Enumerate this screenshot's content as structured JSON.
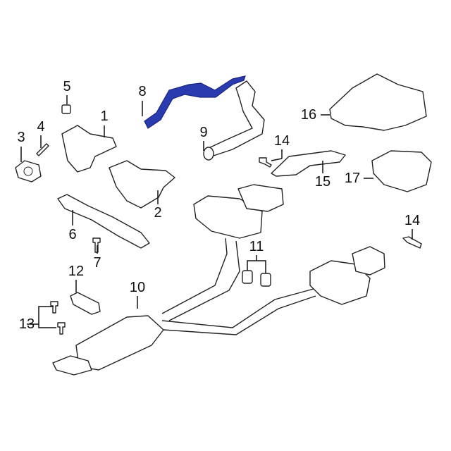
{
  "diagram": {
    "highlight_color": "#2a3bb0",
    "highlighted_part": "8",
    "callouts": [
      {
        "id": "c1",
        "label": "1"
      },
      {
        "id": "c2",
        "label": "2"
      },
      {
        "id": "c3",
        "label": "3"
      },
      {
        "id": "c4",
        "label": "4"
      },
      {
        "id": "c5",
        "label": "5"
      },
      {
        "id": "c6",
        "label": "6"
      },
      {
        "id": "c7",
        "label": "7"
      },
      {
        "id": "c8",
        "label": "8"
      },
      {
        "id": "c9",
        "label": "9"
      },
      {
        "id": "c10",
        "label": "10"
      },
      {
        "id": "c11",
        "label": "11"
      },
      {
        "id": "c12",
        "label": "12"
      },
      {
        "id": "c13",
        "label": "13"
      },
      {
        "id": "c14a",
        "label": "14"
      },
      {
        "id": "c14b",
        "label": "14"
      },
      {
        "id": "c15",
        "label": "15"
      },
      {
        "id": "c16",
        "label": "16"
      },
      {
        "id": "c17",
        "label": "17"
      }
    ]
  }
}
